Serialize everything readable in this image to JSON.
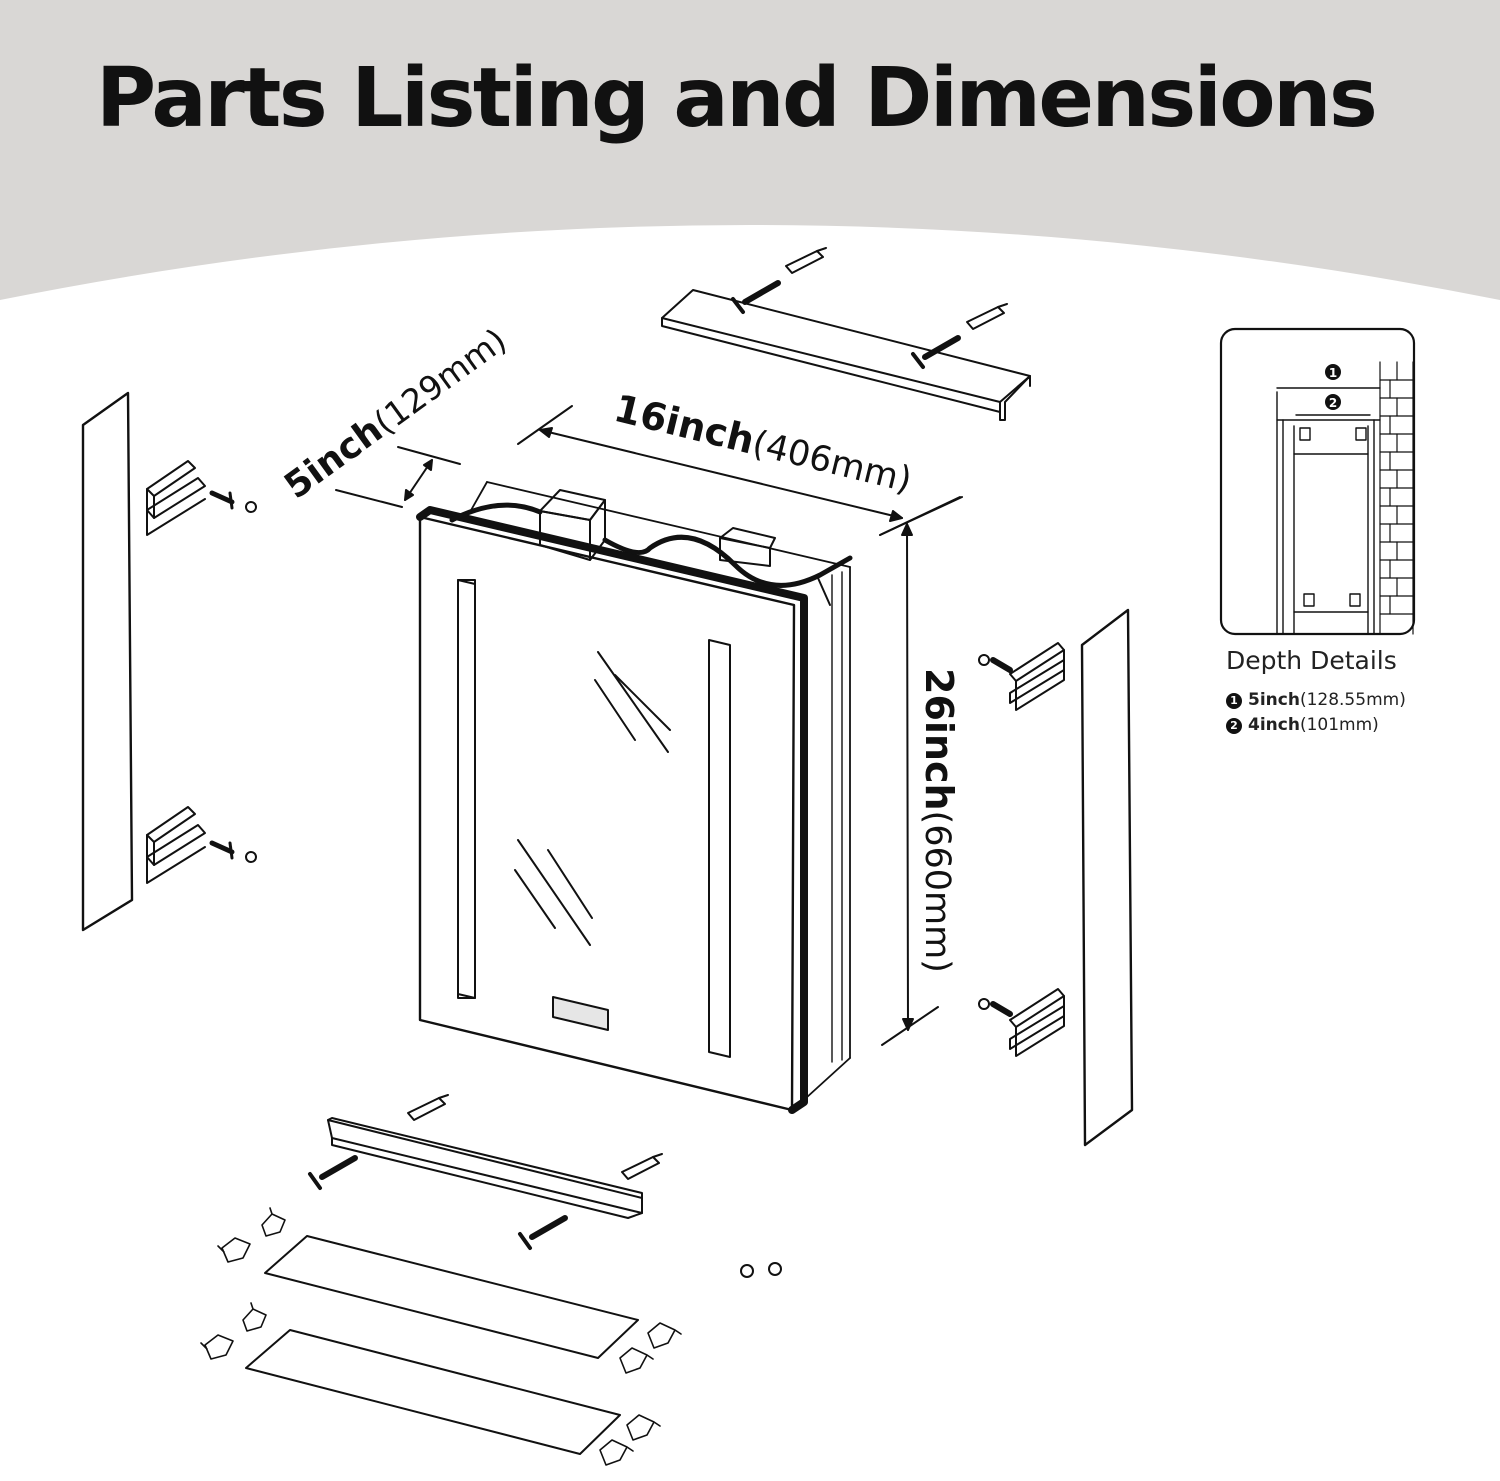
{
  "header": {
    "title": "Parts Listing and Dimensions"
  },
  "dimensions": {
    "depth": {
      "value": "5inch",
      "metric": "(129mm)"
    },
    "width": {
      "value": "16inch",
      "metric": "(406mm)"
    },
    "height": {
      "value": "26inch",
      "metric": "(660mm)"
    }
  },
  "depth_details": {
    "title": "Depth Details",
    "items": [
      {
        "marker": "1",
        "value": "5inch",
        "metric": "(128.55mm)"
      },
      {
        "marker": "2",
        "value": "4inch",
        "metric": "(101mm)"
      }
    ]
  },
  "colors": {
    "banner": "#d9d7d5",
    "line": "#111111"
  }
}
